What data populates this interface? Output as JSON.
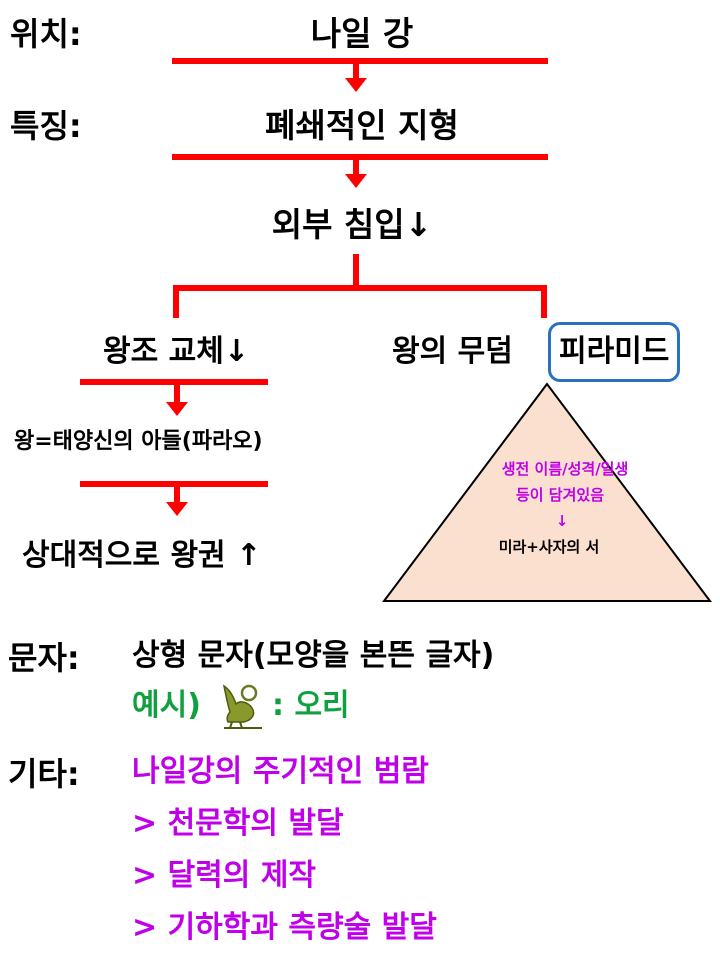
{
  "labels": {
    "location": "위치:",
    "feature": "특징:",
    "script": "문자:",
    "other": "기타:"
  },
  "flow": {
    "location_value": "나일 강",
    "feature_value": "폐쇄적인 지형",
    "invasion": "외부 침입↓",
    "dynasty": "왕조 교체↓",
    "tomb": "왕의 무덤",
    "pyramid": "피라미드",
    "king_sun": "왕=태양신의 아들(파라오)",
    "relative_power": "상대적으로 왕권 ↑"
  },
  "pyramid_text": {
    "line1": "생전 이름/성격/일생",
    "line2": "등이 담겨있음",
    "arrow": "↓",
    "line3": "미라+사자의 서"
  },
  "script": {
    "value": "상형 문자(모양을 본뜬 글자)",
    "example_prefix": "예시)",
    "example_suffix": ": 오리"
  },
  "other": {
    "line1": "나일강의 주기적인 범람",
    "line2": "> 천문학의 발달",
    "line3": "> 달력의 제작",
    "line4": "> 기하학과 측량술 발달"
  },
  "colors": {
    "arrow_red": "#ff0000",
    "pyramid_fill": "#fbe0d0",
    "box_blue": "#2a72c0",
    "purple": "#c000e8",
    "green": "#10a040"
  }
}
